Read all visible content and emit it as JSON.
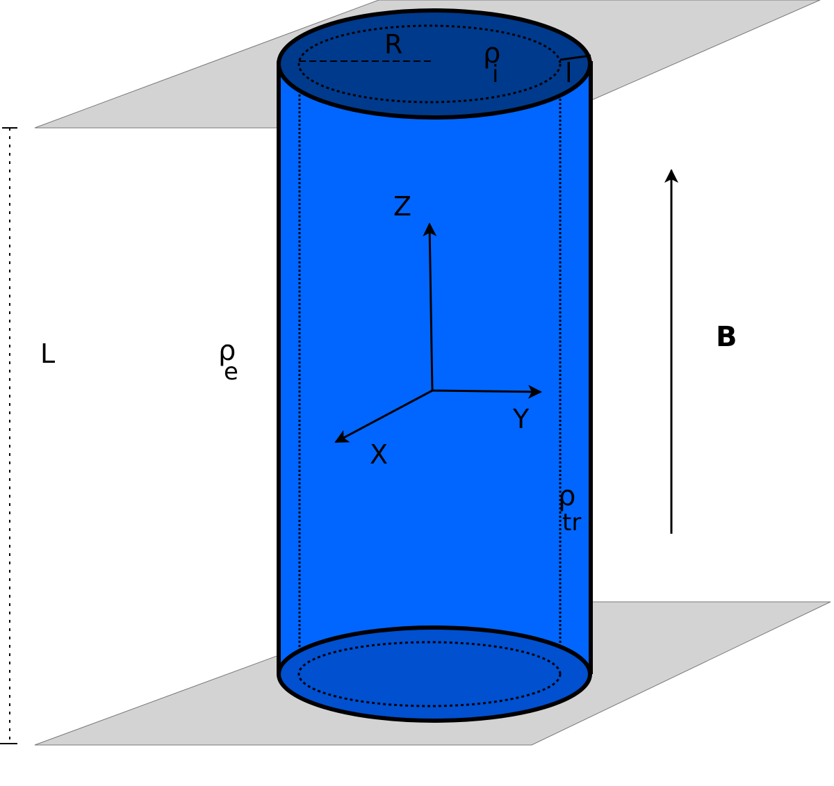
{
  "labels": {
    "length": "L",
    "radius": "R",
    "layer_thickness": "l",
    "rho_symbol": "ρ",
    "rho_internal_sub": "i",
    "rho_external_sub": "e",
    "rho_transition_sub": "tr",
    "axis_z": "Z",
    "axis_y": "Y",
    "axis_x": "X",
    "magnetic_field": "B"
  },
  "colors": {
    "tube_fill": "#0066ff",
    "tube_top_cap": "#003a8c",
    "tube_bottom_cap": "#0050d0",
    "plane_fill": "#d3d3d3",
    "outline": "#000000"
  }
}
